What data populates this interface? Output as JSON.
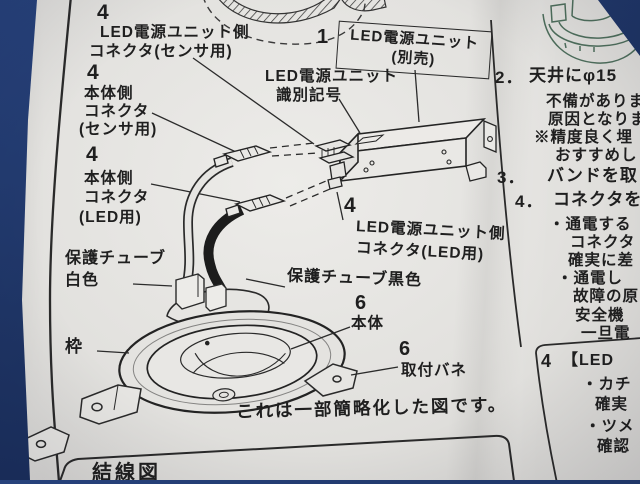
{
  "colors": {
    "background_navy": "#1e3464",
    "paper": "#e2e1de",
    "ink": "#1f1f1f",
    "green_illustration": "#4d6d5b"
  },
  "diagram": {
    "callout_sensor_unit_side": {
      "num": "4",
      "line1": "LED電源ユニット側",
      "line2": "コネクタ(センサ用)"
    },
    "callout_body_sensor": {
      "num": "4",
      "line1": "本体側",
      "line2": "コネクタ",
      "line3": "(センサ用)"
    },
    "callout_body_led": {
      "num": "4",
      "line1": "本体側",
      "line2": "コネクタ",
      "line3": "(LED用)"
    },
    "callout_power_unit": {
      "num": "1",
      "box_line1": "LED電源ユニット",
      "box_line2": "(別売)"
    },
    "callout_id_mark": {
      "line1": "LED電源ユニット",
      "line2": "識別記号"
    },
    "callout_unit_side_led": {
      "num": "4",
      "line1": "LED電源ユニット側",
      "line2": "コネクタ(LED用)"
    },
    "callout_tube_white": {
      "line1": "保護チューブ",
      "line2": "白色"
    },
    "callout_tube_black": {
      "label": "保護チューブ黒色"
    },
    "callout_body": {
      "num": "6",
      "label": "本体"
    },
    "callout_frame": {
      "label": "枠"
    },
    "callout_spring": {
      "num": "6",
      "label": "取付バネ"
    },
    "note": "これは一部簡略化した図です。"
  },
  "right_column": {
    "step2": {
      "num": "2．",
      "heading": "天井にφ15"
    },
    "step2_lines": {
      "l1": "不備がありま",
      "l2": "原因となりま",
      "l3": "※精度良く埋",
      "l4": "おすすめし"
    },
    "step3": {
      "num": "3．",
      "heading": "バンドを取"
    },
    "step4": {
      "num": "4．",
      "heading": "コネクタを"
    },
    "step4_lines": {
      "l1": "・通電する",
      "l2": "コネクタ",
      "l3": "確実に差",
      "l4": "・通電し",
      "l5": "故障の原",
      "l6": "安全機",
      "l7": "一旦電"
    },
    "led_box": {
      "num": "4",
      "title": "【LED",
      "l1": "・カチ",
      "l2": "確実",
      "l3": "・ツメ",
      "l4": "確認"
    }
  },
  "bottom_section": {
    "title": "結線図"
  }
}
